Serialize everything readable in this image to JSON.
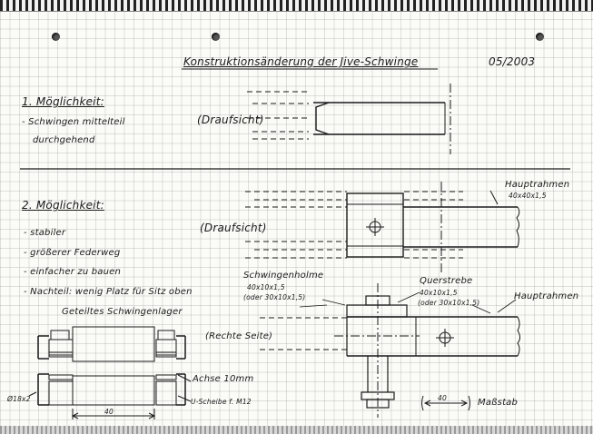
{
  "title": "Konstruktionsänderung der Jive-Schwinge",
  "date": "05/2003",
  "option1": {
    "heading": "1. Möglichkeit:",
    "items": [
      "- Schwingen mittelteil",
      "durchgehend"
    ],
    "view_label": "(Draufsicht)"
  },
  "option2": {
    "heading": "2. Möglichkeit:",
    "items": [
      "- stabiler",
      "- größerer Federweg",
      "- einfacher zu bauen",
      "- Nachteil: wenig Platz für Sitz oben"
    ],
    "top_view_label": "(Draufsicht)",
    "side_view_label": "(Rechte Seite)",
    "frame_label": "Hauptrahmen",
    "frame_dim": "40x40x1,5",
    "swingarm_label": "Schwingenholme",
    "swingarm_dim": "40x10x1,5",
    "swingarm_alt": "(oder 30x10x1,5)",
    "crossbar_label": "Querstrebe",
    "crossbar_dim": "40x10x1,5",
    "crossbar_alt": "(oder 30x10x1,5)",
    "side_frame_label": "Hauptrahmen",
    "bearing_title": "Geteiltes Schwingenlager",
    "axle_label": "Achse 10mm",
    "washer_label": "U-Scheibe f. M12",
    "diameter_label": "Ø18x2",
    "bearing_dim": "40",
    "scale_value": "40",
    "scale_label": "Maßstab"
  }
}
